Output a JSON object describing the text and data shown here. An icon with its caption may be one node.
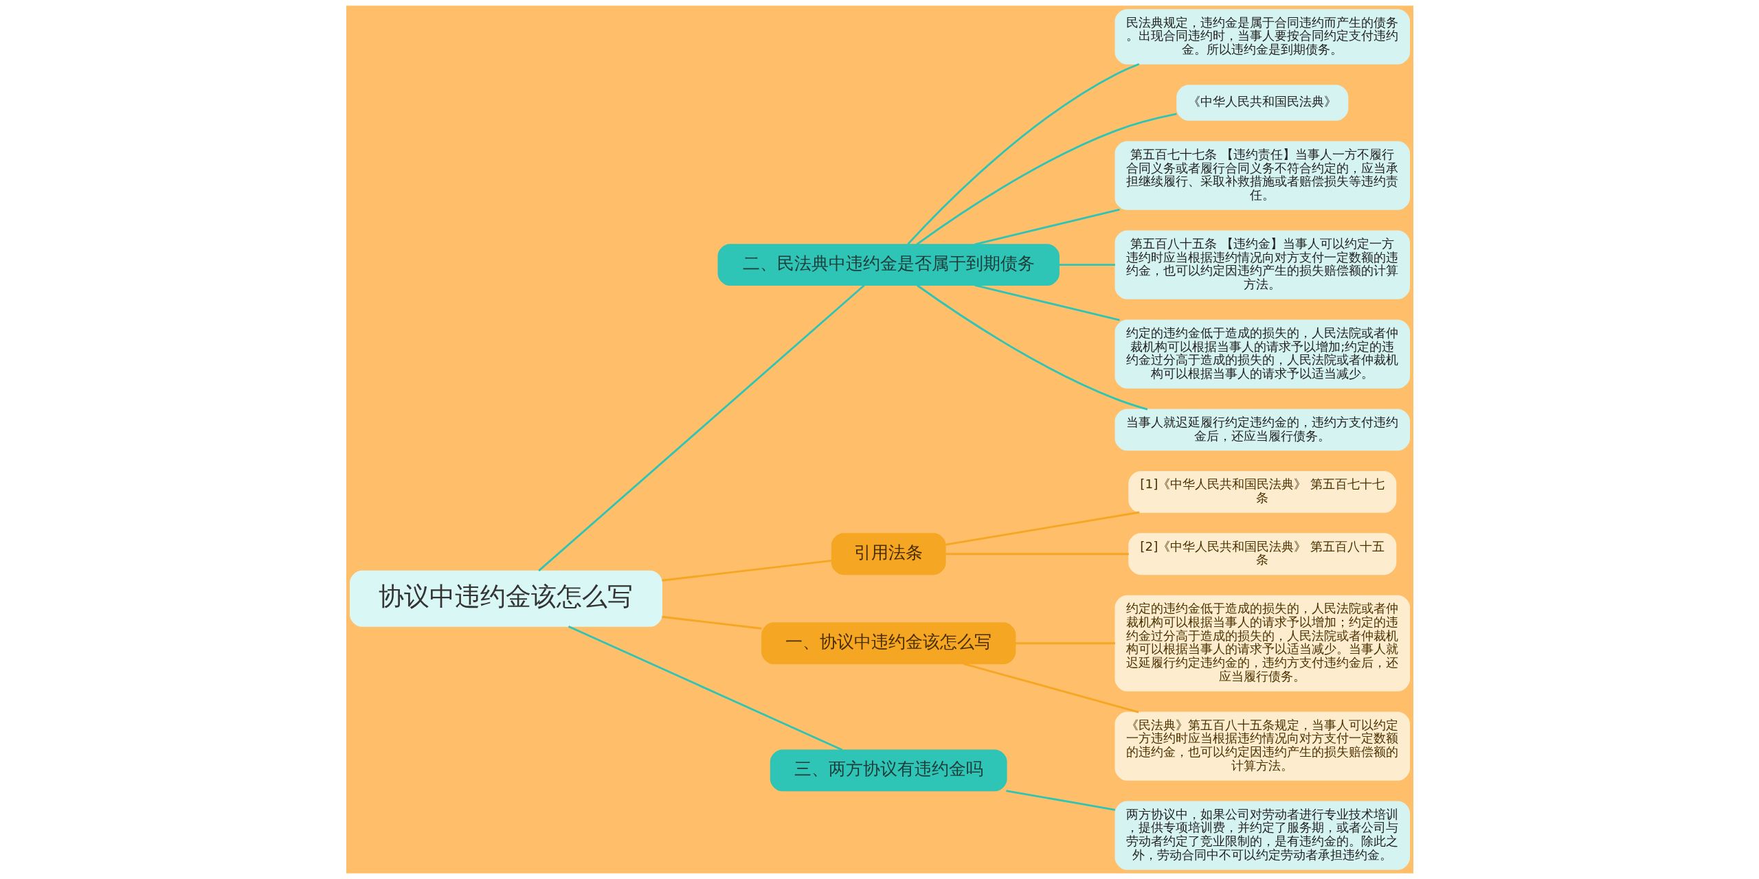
{
  "diagram": {
    "nodes": [
      {
        "text": [
          "协议中违约金该怎么写"
        ]
      },
      {
        "text": [
          "二、民法典中违约金是否属于到期债务"
        ]
      },
      {
        "text": [
          "民法典规定，违约金是属于合同违约而产生的债务。出现合同违约时，当事人要按合同约定支付违约金。所以违约金是到期债务。"
        ]
      },
      {
        "text": [
          "《中华人民共和国民法典》"
        ]
      },
      {
        "text": [
          "第五百七十七条 【违约责任】当事人一方不履行合同义务或者履行合同义务不符合约定的，应当承担继续履行、采取补救措施或者赔偿损失等违约责任。"
        ]
      },
      {
        "text": [
          "第五百八十五条 【违约金】当事人可以约定一方违约时应当根据违约情况向对方支付一定数额的违约金，也可以约定因违约产生的损失赔偿额的计算方法。"
        ]
      },
      {
        "text": [
          "约定的违约金低于造成的损失的，人民法院或者仲裁机构可以根据当事人的请求予以增加;约定的违约金过分高于造成的损失的，人民法院或者仲裁机构可以根据当事人的请求予以适当减少。"
        ]
      },
      {
        "text": [
          "当事人就迟延履行约定违约金的，违约方支付违约金后，还应当履行债务。"
        ]
      },
      {
        "text": [
          "引用法条"
        ]
      },
      {
        "text": [
          "[1]《中华人民共和国民法典》 第五百七十七条"
        ]
      },
      {
        "text": [
          "[2]《中华人民共和国民法典》 第五百八十五条"
        ]
      },
      {
        "text": [
          "一、协议中违约金该怎么写"
        ]
      },
      {
        "text": [
          "约定的违约金低于造成的损失的，人民法院或者仲裁机构可以根据当事人的请求予以增加；约定的违约金过分高于造成的损失的，人民法院或者仲裁机构可以根据当事人的请求予以适当减少。当事人就迟延履行约定违约金的，违约方支付违约金后，还应当履行债务。"
        ]
      },
      {
        "text": [
          "《民法典》第五百八十五条规定，当事人可以约定一方违约时应当根据违约情况向对方支付一定数额的违约金，也可以约定因违约产生的损失赔偿额的计算方法。"
        ]
      },
      {
        "text": [
          "三、两方协议有违约金吗"
        ]
      },
      {
        "text": [
          "两方协议中，如果公司对劳动者进行专业技术培训，提供专项培训费，并约定了服务期，或者公司与劳动者约定了竞业限制的，是有违约金的。除此之外，劳动合同中不可以约定劳动者承担违约金。"
        ]
      }
    ],
    "edges": [
      {
        "from": 0,
        "to": 1,
        "arrow": "none"
      },
      {
        "from": 1,
        "to": 2,
        "arrow": "none"
      },
      {
        "from": 1,
        "to": 3,
        "arrow": "none"
      },
      {
        "from": 1,
        "to": 4,
        "arrow": "none"
      },
      {
        "from": 1,
        "to": 5,
        "arrow": "none"
      },
      {
        "from": 1,
        "to": 6,
        "arrow": "none"
      },
      {
        "from": 1,
        "to": 7,
        "arrow": "none"
      },
      {
        "from": 0,
        "to": 8,
        "arrow": "none",
        "color": "#f5a623"
      },
      {
        "from": 8,
        "to": 9,
        "arrow": "none",
        "color": "#f5a623"
      },
      {
        "from": 8,
        "to": 10,
        "arrow": "none",
        "color": "#f5a623"
      },
      {
        "from": 0,
        "to": 11,
        "arrow": "none",
        "color": "#f5a623"
      },
      {
        "from": 11,
        "to": 12,
        "arrow": "none",
        "color": "#f5a623"
      },
      {
        "from": 11,
        "to": 13,
        "arrow": "none",
        "color": "#f5a623"
      },
      {
        "from": 0,
        "to": 14,
        "arrow": "none"
      },
      {
        "from": 14,
        "to": 15,
        "arrow": "none"
      }
    ]
  }
}
